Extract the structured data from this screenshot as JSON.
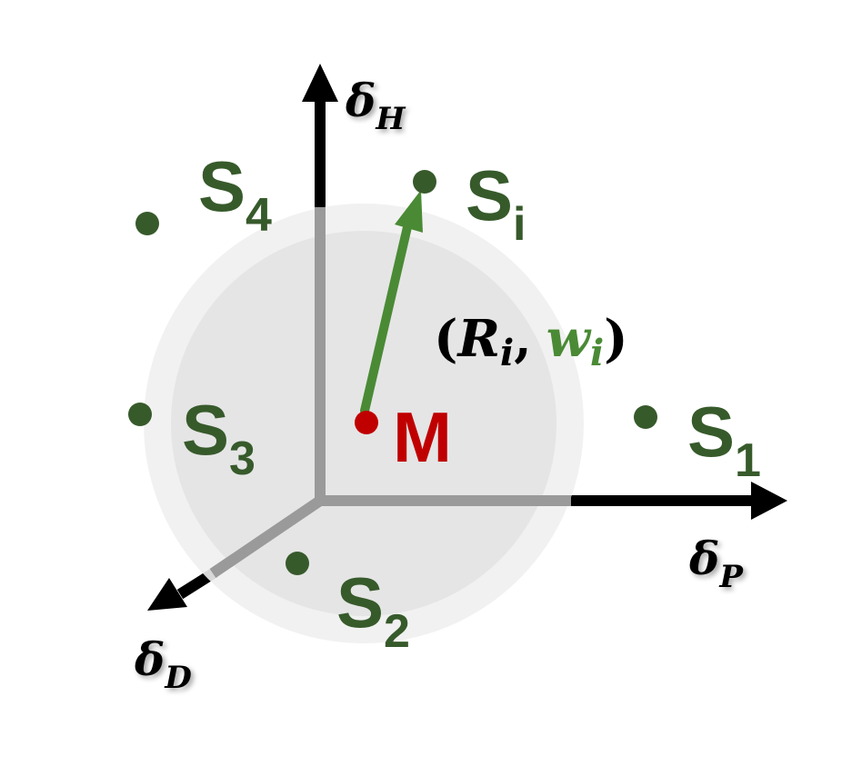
{
  "colors": {
    "solvent": "#375a2b",
    "arrow": "#4a8a35",
    "mixture": "#c00000",
    "axis": "#000000",
    "axis_inside_sphere": "#9a9a9a",
    "sphere_outer": "#efefef",
    "sphere_inner": "#e3e3e3"
  },
  "axes": {
    "h": {
      "main": "δ",
      "sub": "H"
    },
    "p": {
      "main": "δ",
      "sub": "P"
    },
    "d": {
      "main": "δ",
      "sub": "D"
    }
  },
  "mixture": {
    "label": "M"
  },
  "solvents": [
    {
      "main": "S",
      "sub": "4"
    },
    {
      "main": "S",
      "sub": "i"
    },
    {
      "main": "S",
      "sub": "3"
    },
    {
      "main": "S",
      "sub": "1"
    },
    {
      "main": "S",
      "sub": "2"
    }
  ],
  "vector_label": {
    "open": "(",
    "r": "R",
    "r_sub": "i",
    "comma": ",",
    "w": "w",
    "w_sub": "i",
    "close": ")"
  }
}
